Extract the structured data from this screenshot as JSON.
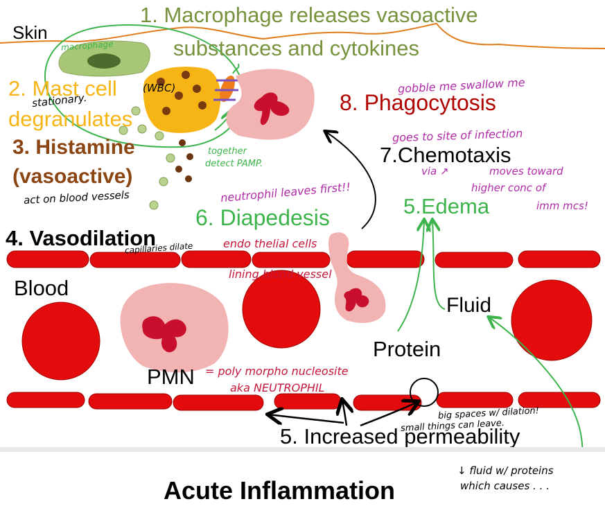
{
  "colors": {
    "green_text": "#76923c",
    "mast_yellow": "#f7b515",
    "histamine_brown": "#8b4513",
    "phago_red": "#b00000",
    "green_label": "#3cb44b",
    "magenta_hand": "#b02aa7",
    "red_hand": "#c4173b",
    "rbc_red": "#e30b0b",
    "skin_line": "#e07b1a"
  },
  "labels": {
    "skin": "Skin",
    "blood": "Blood",
    "step1_line1": "1. Macrophage releases vasoactive",
    "step1_line2": "substances and cytokines",
    "step2_line1": "2. Mast cell",
    "step2_line2": "degranulates",
    "step3_line1": "3. Histamine",
    "step3_line2": "(vasoactive)",
    "step4": "4. Vasodilation",
    "step5_edema": "5.Edema",
    "step5_perm": "5. Increased permeability",
    "step6": "6. Diapedesis",
    "step7": "7.Chemotaxis",
    "step8": "8. Phagocytosis",
    "fluid": "Fluid",
    "protein": "Protein",
    "pmn": "PMN"
  },
  "annotations": {
    "macrophage": "macrophage",
    "wbc": "(WBC)",
    "stationary": "stationary.",
    "together": "together",
    "detect_pamp": "detect PAMP.",
    "act_on_vessels": "act on blood vessels",
    "capillaries_dilate": "capillaries dilate",
    "neutrophil_leaves": "neutrophil leaves first!!",
    "endothelial_1": "endo thelial cells",
    "endothelial_2": "lining blood vessel",
    "gobble": "gobble me swallow me",
    "goes_to_site": "goes to site of infection",
    "via": "via ↗",
    "moves_toward_1": "moves toward",
    "moves_toward_2": "higher conc of",
    "moves_toward_3": "imm mcs!",
    "pmn_def_1": "= poly morpho nucleosite",
    "pmn_def_2": "aka NEUTROPHIL",
    "big_spaces_1": "big spaces w/ dilation!",
    "big_spaces_2": "small things can leave.",
    "fluid_proteins_1": "↓ fluid w/ proteins",
    "fluid_proteins_2": "which causes . . ."
  },
  "footer": {
    "title": "Acute Inflammation"
  }
}
